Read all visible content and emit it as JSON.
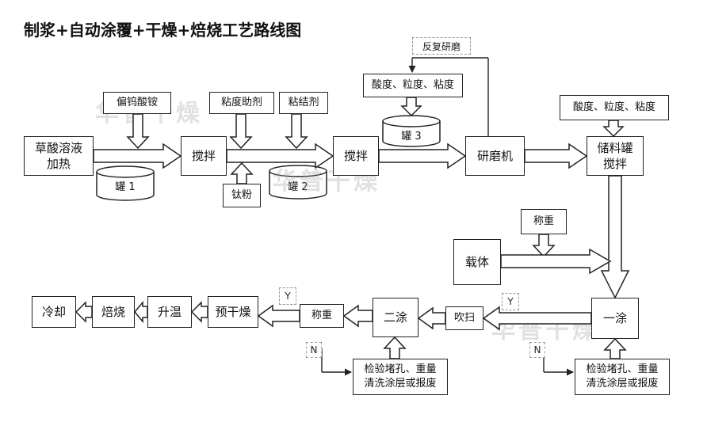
{
  "title": "制浆+自动涂覆+干燥+焙烧工艺路线图",
  "watermark": "华普干燥",
  "nodes": {
    "caosuan": "草酸溶液\n加热",
    "yiqi": "偏钨酸铵",
    "jiaoban1": "搅拌",
    "niandu_zhuji": "粘度助剂",
    "taifen": "钛粉",
    "nianjieji": "粘结剂",
    "jiaoban2": "搅拌",
    "suandu1": "酸度、粒度、粘度",
    "yanmoji": "研磨机",
    "suandu2": "酸度、粒度、粘度",
    "chuliaoguan": "储料罐\n搅拌",
    "chengzhong1": "称重",
    "zaiti": "载体",
    "yitu": "一涂",
    "chuisao": "吹扫",
    "ertu": "二涂",
    "chengzhong2": "称重",
    "yuganzao": "预干燥",
    "shengwen": "升温",
    "beishao": "焙烧",
    "lengque": "冷却",
    "jianyan1": "检验堵孔、重量\n清洗涂层或报废",
    "jianyan2": "检验堵孔、重量\n清洗涂层或报废"
  },
  "tanks": {
    "tank1": "罐 1",
    "tank2": "罐 2",
    "tank3": "罐 3"
  },
  "labels": {
    "fanfu": "反复研磨",
    "y1": "Y",
    "n1": "N",
    "y2": "Y",
    "n2": "N"
  }
}
